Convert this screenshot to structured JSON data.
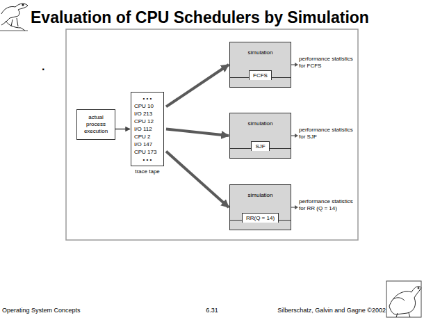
{
  "diagram": {
    "title": "Evaluation of CPU Schedulers by Simulation",
    "nodes": [
      {
        "text": [
          "actual process execution"
        ]
      },
      {
        "text": [
          "• • •",
          "CPU 10",
          "I/O 213",
          "CPU 12",
          "I/O 112",
          "CPU 2",
          "I/O 147",
          "CPU 173",
          "• • •",
          "trace tape"
        ]
      },
      {
        "text": [
          "simulation",
          "FCFS"
        ]
      },
      {
        "text": [
          "simulation",
          "SJF"
        ]
      },
      {
        "text": [
          "simulation",
          "RR(Q = 14)"
        ]
      }
    ],
    "edges": [
      {
        "from": 0,
        "to": 1,
        "arrow": "to"
      },
      {
        "from": 1,
        "to": 2,
        "arrow": "to"
      },
      {
        "from": 1,
        "to": 3,
        "arrow": "to"
      },
      {
        "from": 1,
        "to": 4,
        "arrow": "to"
      }
    ],
    "labels": [
      ".",
      "performance statistics for FCFS",
      "performance statistics for SJF",
      "performance statistics for RR (Q = 14)",
      "Operating System Concepts",
      "6.31",
      "Silberschatz, Galvin and Gagne ©2002"
    ]
  }
}
